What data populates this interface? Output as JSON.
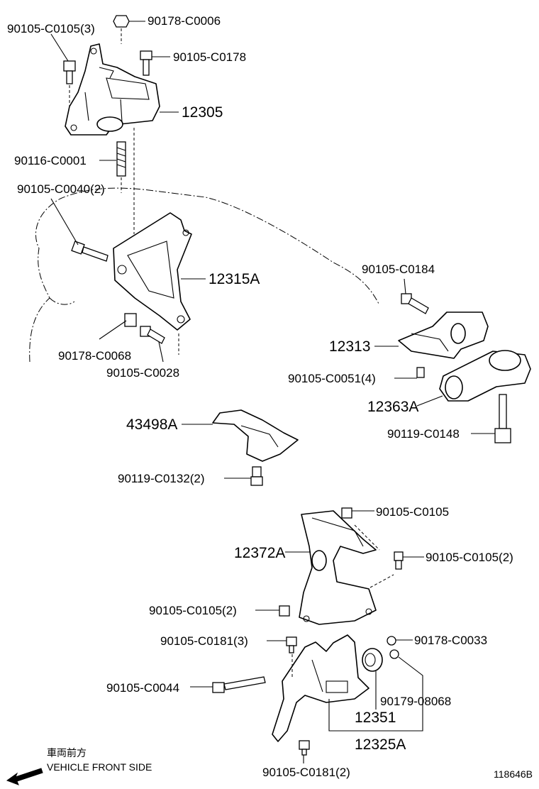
{
  "labels": {
    "c0105_3": "90105-C0105(3)",
    "c0006": "90178-C0006",
    "c0178": "90105-C0178",
    "p12305": "12305",
    "c0001": "90116-C0001",
    "c0040": "90105-C0040(2)",
    "p12315a": "12315A",
    "c0068": "90178-C0068",
    "c0028": "90105-C0028",
    "c0184": "90105-C0184",
    "p12313": "12313",
    "c0051": "90105-C0051(4)",
    "p12363a": "12363A",
    "c0148": "90119-C0148",
    "p43498a": "43498A",
    "c0132": "90119-C0132(2)",
    "c0105": "90105-C0105",
    "p12372a": "12372A",
    "c0105_2r": "90105-C0105(2)",
    "c0105_2l": "90105-C0105(2)",
    "c0181_3": "90105-C0181(3)",
    "c0033": "90178-C0033",
    "c0044": "90105-C0044",
    "p08068": "90179-08068",
    "p12351": "12351",
    "p12325a": "12325A",
    "c0181_2": "90105-C0181(2)"
  },
  "front": {
    "jp": "車両前方",
    "en": "VEHICLE FRONT SIDE"
  },
  "figure_id": "118646B"
}
